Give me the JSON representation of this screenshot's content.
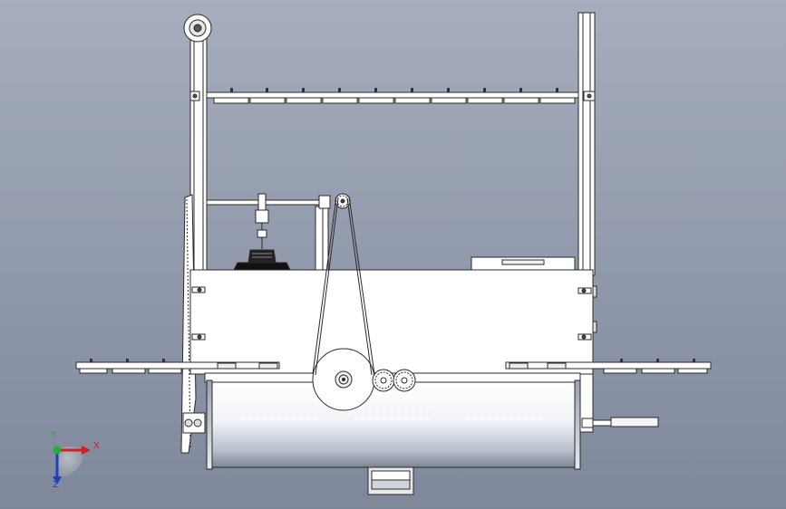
{
  "viewport": {
    "background_top": "#a5adbe",
    "background_bottom": "#7f889b"
  },
  "triad": {
    "x_label": "X",
    "y_label": "Y",
    "z_label": "Z",
    "x_color": "#d22020",
    "y_color": "#20b030",
    "z_color": "#2040c0"
  },
  "model": {
    "line_color": "#2a2a2a",
    "body_fill": "#ffffff"
  }
}
